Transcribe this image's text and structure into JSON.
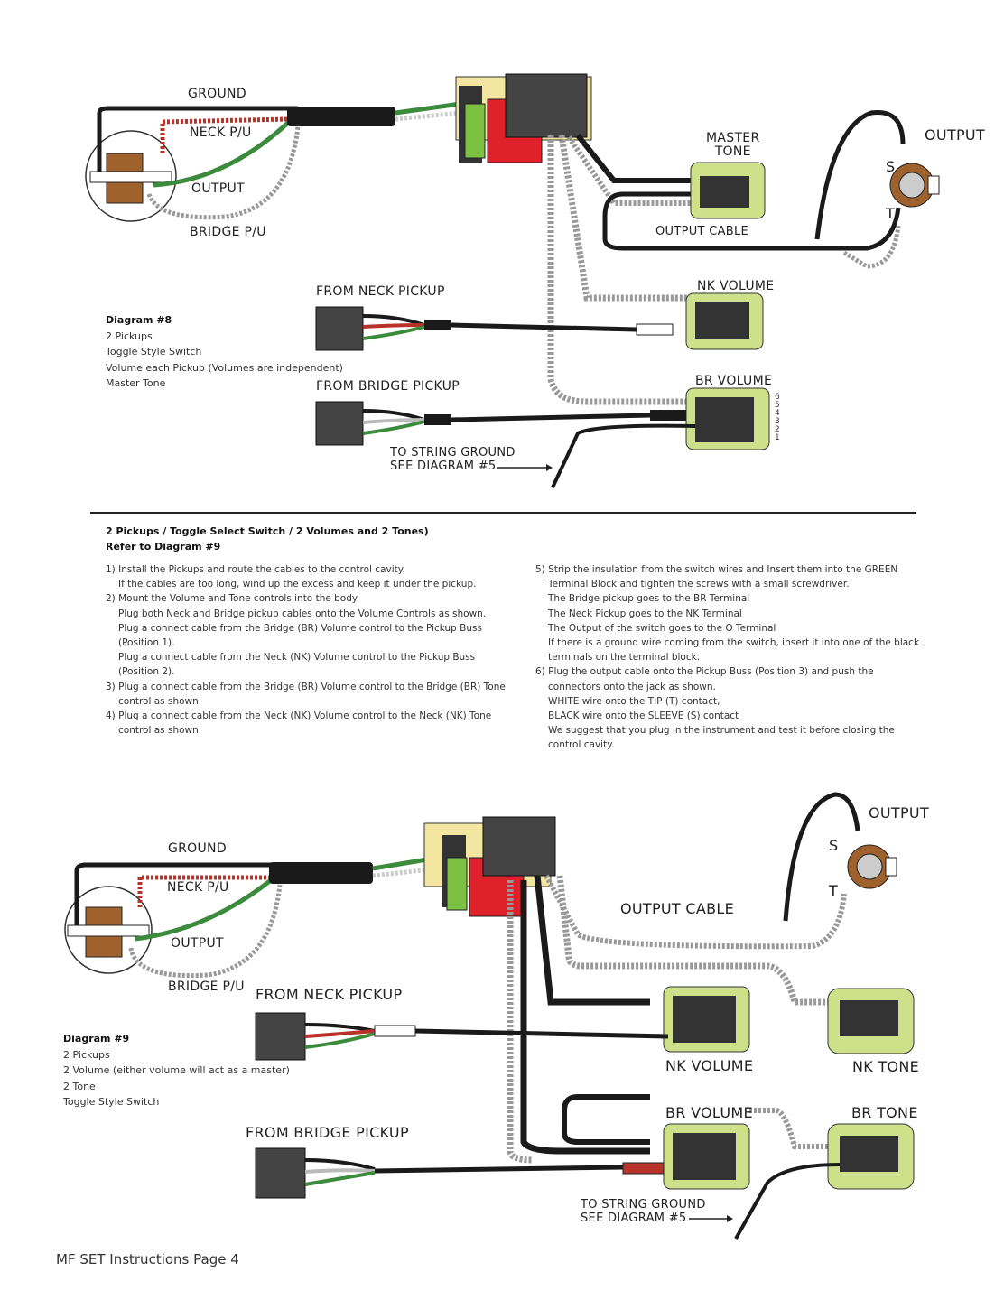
{
  "diagram8": {
    "labels": {
      "ground": "GROUND",
      "neck_pu": "NECK P/U",
      "output_switch": "OUTPUT",
      "bridge_pu": "BRIDGE P/U",
      "master_tone": [
        "MASTER",
        "TONE"
      ],
      "output_jack": "OUTPUT",
      "sleeve": "S",
      "tip": "T",
      "output_cable": "OUTPUT CABLE",
      "from_neck": "FROM NECK PICKUP",
      "nk_volume": "NK VOLUME",
      "br_volume": "BR VOLUME",
      "from_bridge": "FROM BRIDGE PICKUP",
      "string_ground": [
        "TO STRING GROUND",
        "SEE DIAGRAM #5"
      ],
      "buss_positions": [
        "6",
        "5",
        "4",
        "3",
        "2",
        "1"
      ]
    },
    "info": {
      "title": "Diagram #8",
      "lines": [
        "2 Pickups",
        "Toggle Style Switch",
        "Volume each Pickup (Volumes are independent)",
        "Master Tone"
      ]
    }
  },
  "instructions": {
    "heading": "2 Pickups / Toggle Select Switch / 2  Volumes and 2 Tones)",
    "subheading": "Refer to Diagram #9",
    "left": [
      {
        "text": "1) Install the Pickups and route the cables to the control cavity.",
        "indent": false
      },
      {
        "text": "If  the cables are too long, wind up the excess and keep it under the pickup.",
        "indent": true
      },
      {
        "text": "2) Mount the Volume and Tone controls into the body",
        "indent": false
      },
      {
        "text": "Plug both Neck and Bridge pickup cables onto the Volume Controls as shown.",
        "indent": true
      },
      {
        "text": "Plug a connect cable from the Bridge (BR) Volume control to the Pickup Buss",
        "indent": true
      },
      {
        "text": "(Position 1).",
        "indent": true
      },
      {
        "text": "Plug a connect cable from the Neck (NK) Volume control to the Pickup Buss",
        "indent": true
      },
      {
        "text": "(Position 2).",
        "indent": true
      },
      {
        "text": "3) Plug a connect cable from the Bridge (BR) Volume control to the Bridge (BR) Tone",
        "indent": false
      },
      {
        "text": "control as shown.",
        "indent": true
      },
      {
        "text": "4) Plug a connect cable from the Neck (NK) Volume control to the Neck (NK) Tone",
        "indent": false
      },
      {
        "text": "control as shown.",
        "indent": true
      }
    ],
    "right": [
      {
        "text": "5) Strip the insulation from the switch wires and Insert them into the GREEN",
        "indent": false
      },
      {
        "text": "Terminal Block and tighten the screws with a small screwdriver.",
        "indent": true
      },
      {
        "text": "The Bridge pickup goes to the BR Terminal",
        "indent": true
      },
      {
        "text": "The Neck Pickup goes to the NK Terminal",
        "indent": true
      },
      {
        "text": "The Output of the switch goes to the O Terminal",
        "indent": true
      },
      {
        "text": "If there is a ground wire coming from the switch, insert it into one of the black",
        "indent": true
      },
      {
        "text": "terminals on the terminal block.",
        "indent": true
      },
      {
        "text": "6) Plug the output cable onto the Pickup Buss (Position 3) and push the",
        "indent": false
      },
      {
        "text": "connectors onto the jack as shown.",
        "indent": true
      },
      {
        "text": "WHITE wire onto the TIP (T) contact,",
        "indent": true
      },
      {
        "text": "BLACK wire onto the SLEEVE (S) contact",
        "indent": true
      },
      {
        "text": "We suggest that you plug in the instrument and test it before closing the",
        "indent": true
      },
      {
        "text": "control cavity.",
        "indent": true
      }
    ]
  },
  "diagram9": {
    "labels": {
      "ground": "GROUND",
      "neck_pu": "NECK P/U",
      "output_switch": "OUTPUT",
      "bridge_pu": "BRIDGE P/U",
      "from_neck": "FROM NECK PICKUP",
      "output_cable": "OUTPUT CABLE",
      "output_jack": "OUTPUT",
      "sleeve": "S",
      "tip": "T",
      "nk_volume": "NK VOLUME",
      "nk_tone": "NK TONE",
      "br_volume": "BR VOLUME",
      "br_tone": "BR TONE",
      "from_bridge": "FROM BRIDGE PICKUP",
      "string_ground": [
        "TO STRING GROUND",
        "SEE DIAGRAM #5"
      ]
    },
    "info": {
      "title": "Diagram #9",
      "lines": [
        "2 Pickups",
        "2 Volume (either volume will act as a master)",
        "2 Tone",
        "Toggle Style Switch"
      ]
    }
  },
  "footer": "MF SET Instructions Page 4",
  "colors": {
    "pcb_green": "#cfe08a",
    "terminal_green": "#7cc142",
    "buss_red": "#e0202a",
    "block_yellow": "#f2e6a0",
    "jack_brown": "#a0622d",
    "wire_black": "#1a1a1a",
    "wire_red": "#b8322a",
    "wire_green": "#3c8a3c"
  }
}
